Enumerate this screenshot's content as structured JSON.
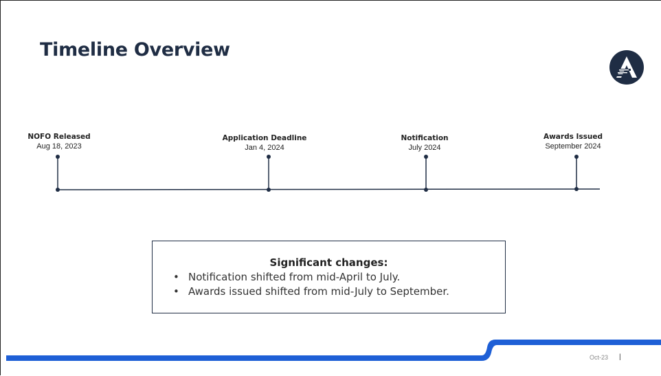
{
  "slide": {
    "title": "Timeline Overview",
    "logo_icon": "agency-logo-icon",
    "accent_color": "#1f2d44",
    "footer_bar_color": "#1e5fd6"
  },
  "timeline": {
    "milestones": [
      {
        "label": "NOFO Released",
        "date": "Aug 18, 2023"
      },
      {
        "label": "Application Deadline",
        "date": "Jan 4, 2024"
      },
      {
        "label": "Notification",
        "date": "July 2024"
      },
      {
        "label": "Awards Issued",
        "date": "September 2024"
      }
    ]
  },
  "changes": {
    "title": "Significant changes:",
    "items": [
      "Notification shifted from mid-April to July.",
      "Awards issued shifted from mid-July to September."
    ]
  },
  "footer": {
    "date": "Oct-23",
    "separator": "|"
  }
}
